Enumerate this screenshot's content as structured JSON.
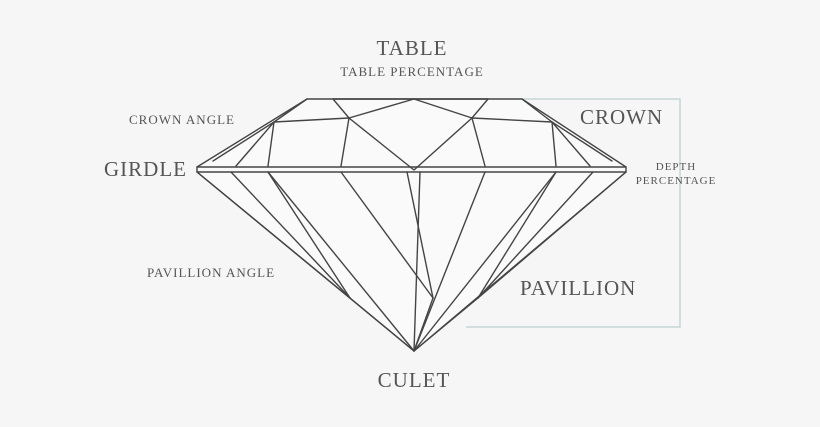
{
  "labels": {
    "table": "TABLE",
    "table_percentage": "TABLE PERCENTAGE",
    "crown_angle": "CROWN ANGLE",
    "crown": "CROWN",
    "girdle": "GIRDLE",
    "depth_line1": "DEPTH",
    "depth_line2": "PERCENTAGE",
    "pavillion_angle": "PAVILLION ANGLE",
    "pavillion": "PAVILLION",
    "culet": "CULET"
  },
  "colors": {
    "background": "#f6f6f6",
    "outline": "#444444",
    "text": "#555555",
    "depth_bracket": "#c5d6d6"
  }
}
